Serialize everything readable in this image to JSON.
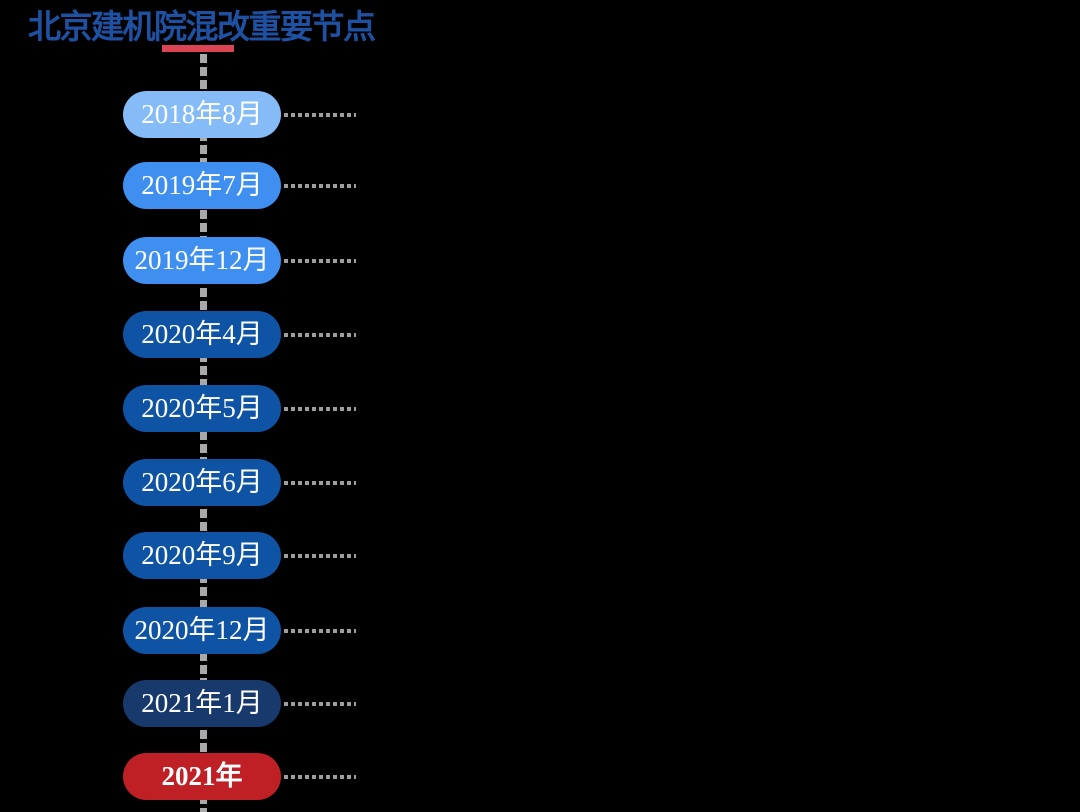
{
  "canvas": {
    "background": "#000000"
  },
  "title": {
    "text": "北京建机院混改重要节点",
    "color": "#1F51A2",
    "underline_color": "#DB4453"
  },
  "timeline": {
    "vertical_line_color": "#A9A9A9",
    "connector_color": "#9E9E9E",
    "label_text_color": "#FFFFFF",
    "items": [
      {
        "label": "2018年8月",
        "color": "#85BCF7",
        "bold": false
      },
      {
        "label": "2019年7月",
        "color": "#3E8FF0",
        "bold": false
      },
      {
        "label": "2019年12月",
        "color": "#3E8FF0",
        "bold": false
      },
      {
        "label": "2020年4月",
        "color": "#0F54A4",
        "bold": false
      },
      {
        "label": "2020年5月",
        "color": "#0F54A4",
        "bold": false
      },
      {
        "label": "2020年6月",
        "color": "#0F54A4",
        "bold": false
      },
      {
        "label": "2020年9月",
        "color": "#0F54A4",
        "bold": false
      },
      {
        "label": "2020年12月",
        "color": "#0F54A4",
        "bold": false
      },
      {
        "label": "2021年1月",
        "color": "#18396C",
        "bold": false
      },
      {
        "label": "2021年",
        "color": "#BE2025",
        "bold": true
      }
    ]
  }
}
